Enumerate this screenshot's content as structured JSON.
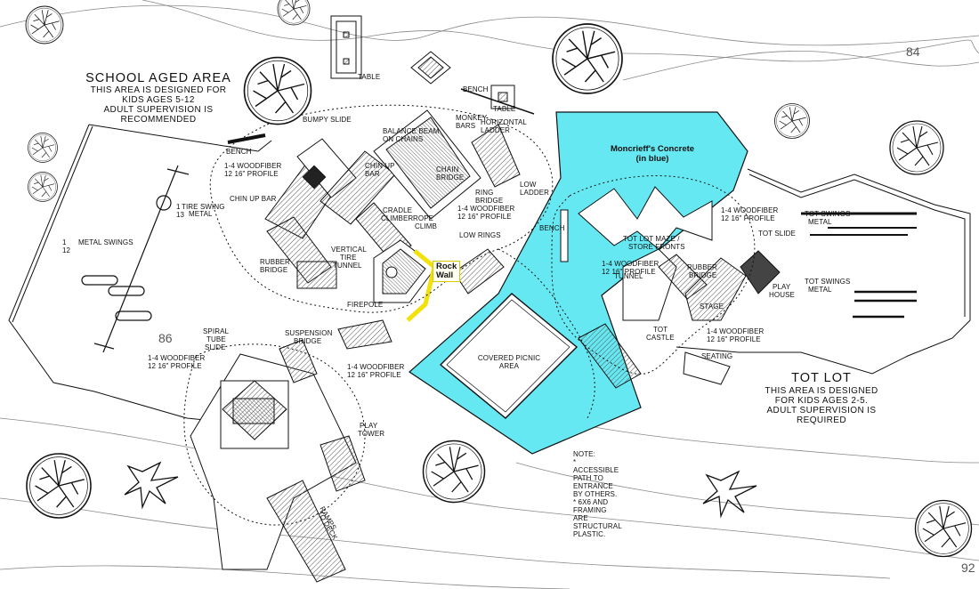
{
  "school_area": {
    "title": "SCHOOL AGED AREA",
    "line1": "THIS AREA IS DESIGNED FOR",
    "line2": "KIDS AGES 5-12",
    "line3": "ADULT SUPERVISION IS",
    "line4": "RECOMMENDED"
  },
  "tot_area": {
    "title": "TOT LOT",
    "line1": "THIS AREA IS DESIGNED",
    "line2": "FOR KIDS AGES 2-5.",
    "line3": "ADULT SUPERVISION IS",
    "line4": "REQUIRED"
  },
  "concrete": {
    "line1": "Moncrieff's Concrete",
    "line2": "(in blue)",
    "color": "#66e8f2"
  },
  "rock_wall": {
    "line1": "Rock",
    "line2": "Wall",
    "highlight": "#f2e10a"
  },
  "labels": {
    "table_top": "TABLE",
    "table_right": "TABLE",
    "bench_top": "BENCH",
    "bench_left": "BENCH",
    "bench_mid": "BENCH",
    "bumpy_slide": "BUMPY SLIDE",
    "balance_beam_1": "BALANCE BEAM",
    "balance_beam_2": "ON CHAINS",
    "monkey_bars_1": "MONKEY",
    "monkey_bars_2": "BARS",
    "horizontal_ladder_1": "HORIZONTAL",
    "horizontal_ladder_2": "LADDER",
    "chin_up_bar_1": "CHIN UP",
    "chin_up_bar_2": "BAR",
    "chin_up_bar_left": "CHIN UP BAR",
    "chain_bridge_1": "CHAIN",
    "chain_bridge_2": "BRIDGE",
    "low_ladder_1": "LOW",
    "low_ladder_2": "LADDER",
    "ring_bridge_1": "RING",
    "ring_bridge_2": "BRIDGE",
    "cradle_climber_1": "CRADLE",
    "cradle_climber_2": "CLIMBER",
    "rope_climb_1": "ROPE",
    "rope_climb_2": "CLIMB",
    "low_rings": "LOW RINGS",
    "tire_swing": "TIRE SWING",
    "metal_swings": "METAL SWINGS",
    "vertical_tire_1": "VERTICAL",
    "vertical_tire_2": "TIRE",
    "vertical_tire_3": "TUNNEL",
    "rubber_bridge_left_1": "RUBBER",
    "rubber_bridge_left_2": "BRIDGE",
    "firepole": "FIREPOLE",
    "spiral_1": "SPIRAL",
    "spiral_2": "TUBE",
    "spiral_3": "SLIDE",
    "suspension_1": "SUSPENSION",
    "suspension_2": "BRIDGE",
    "play_tower_1": "PLAY",
    "play_tower_2": "TOWER",
    "ramps_1": "RAMPS",
    "ramps_2": "TO DECK",
    "covered_picnic_1": "COVERED PICNIC",
    "covered_picnic_2": "AREA",
    "tot_lot_maze_1": "TOT LOT  MAZE /",
    "tot_lot_maze_2": "STORE FRONTS",
    "tunnel": "TUNNEL",
    "tot_slide": "TOT SLIDE",
    "tot_swings_1": "TOT SWINGS",
    "tot_swings_2": "METAL",
    "tot_swings_b1": "TOT SWINGS",
    "tot_swings_b2": "METAL",
    "rubber_bridge_right_1": "RUBBER",
    "rubber_bridge_right_2": "BRIDGE",
    "stage": "STAGE",
    "play_house_1": "PLAY",
    "play_house_2": "HOUSE",
    "tot_castle_1": "TOT",
    "tot_castle_2": "CASTLE",
    "seating": "SEATING",
    "woodfiber_a": "WOODFIBER",
    "profile_a": "16\" PROFILE",
    "frac_top": "1",
    "frac_bottom": "12",
    "frac_whole": "1-4",
    "tire_frac_top": "1",
    "tire_frac_bottom": "13"
  },
  "note": {
    "title": "NOTE:",
    "lines": [
      "*",
      "ACCESSIBLE",
      "PATH TO",
      "ENTRANCE",
      "BY OTHERS.",
      "* 6X6 AND",
      "FRAMING",
      "ARE",
      "STRUCTURAL",
      "PLASTIC."
    ]
  },
  "contours": {
    "c84": "84",
    "c86": "86",
    "c92": "92"
  }
}
